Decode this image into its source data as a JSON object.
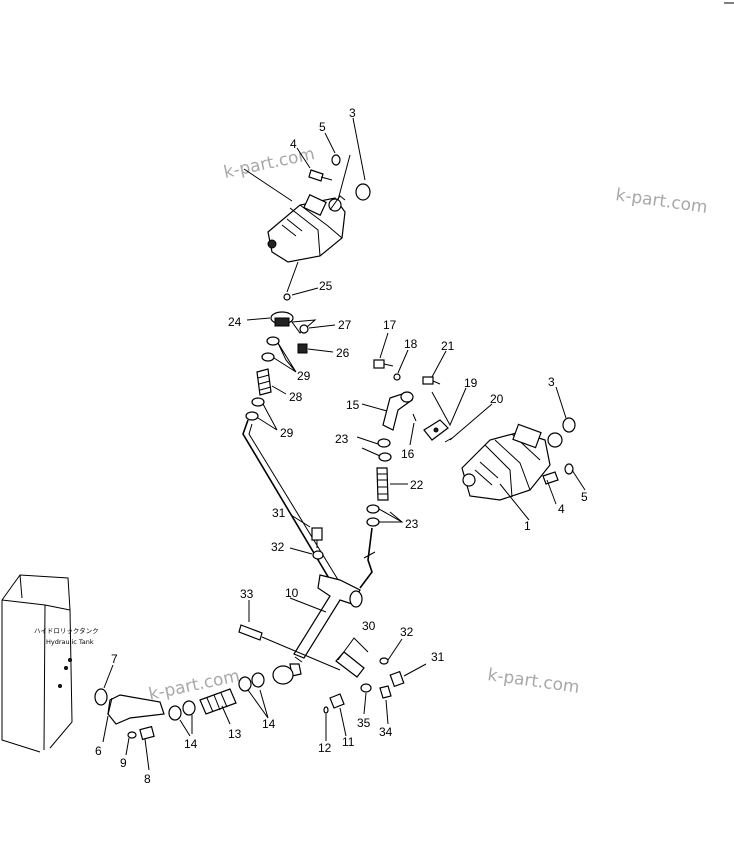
{
  "watermark": "k-part.com",
  "tank": {
    "label_jp": "ハイドロリックタンク",
    "label_en": "Hydraulic Tank"
  },
  "labels": {
    "p1": "1",
    "p3a": "3",
    "p3b": "3",
    "p4a": "4",
    "p4b": "4",
    "p5a": "5",
    "p5b": "5",
    "p6": "6",
    "p7": "7",
    "p8": "8",
    "p9": "9",
    "p10": "10",
    "p11": "11",
    "p12": "12",
    "p13": "13",
    "p14a": "14",
    "p14b": "14",
    "p15": "15",
    "p16": "16",
    "p17": "17",
    "p18": "18",
    "p19": "19",
    "p20": "20",
    "p21": "21",
    "p22": "22",
    "p23a": "23",
    "p23b": "23",
    "p24": "24",
    "p25": "25",
    "p26": "26",
    "p27": "27",
    "p28": "28",
    "p29a": "29",
    "p29b": "29",
    "p30": "30",
    "p31a": "31",
    "p31b": "31",
    "p32a": "32",
    "p32b": "32",
    "p33": "33",
    "p34": "34",
    "p35": "35"
  }
}
